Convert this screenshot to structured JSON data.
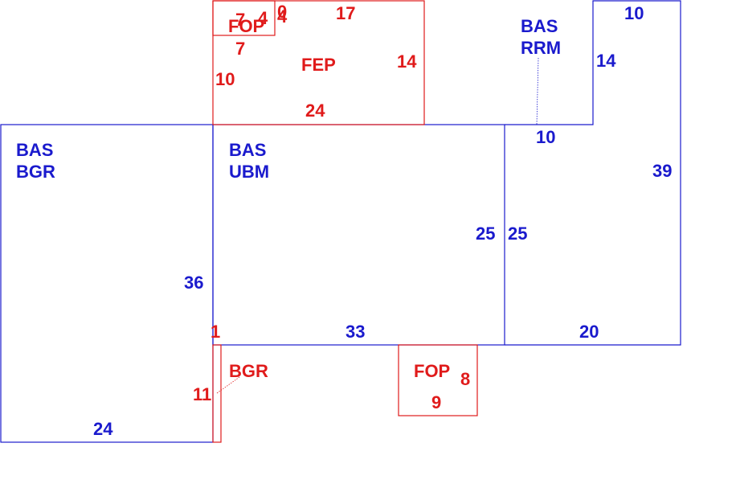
{
  "colors": {
    "blue": "#1a1acd",
    "red": "#e01b1b",
    "background": "#ffffff"
  },
  "rooms": {
    "bas_bgr": {
      "line1": "BAS",
      "line2": "BGR",
      "dim_right": "36",
      "dim_bottom": "24"
    },
    "bas_ubm": {
      "line1": "BAS",
      "line2": "UBM",
      "dim_right": "25",
      "dim_bottom": "33"
    },
    "bas_rrm": {
      "line1": "BAS",
      "line2": "RRM",
      "dim_top": "10",
      "dim_notch_right": "14",
      "dim_notch_bottom": "10",
      "dim_right": "39",
      "dim_left": "25",
      "dim_bottom": "20"
    },
    "fep": {
      "name": "FEP",
      "dim_top": "17",
      "dim_right": "14",
      "dim_left": "10",
      "dim_bottom": "24"
    },
    "fop_top": {
      "name": "FOP",
      "dim_width": "7",
      "dim_height": "4",
      "dim_left": "7",
      "dim_small_a": "0",
      "dim_small_b": "4"
    },
    "bgr_strip": {
      "name": "BGR",
      "dim_top": "1",
      "dim_side": "11"
    },
    "fop_bottom": {
      "name": "FOP",
      "dim_right": "8",
      "dim_bottom": "9"
    }
  }
}
